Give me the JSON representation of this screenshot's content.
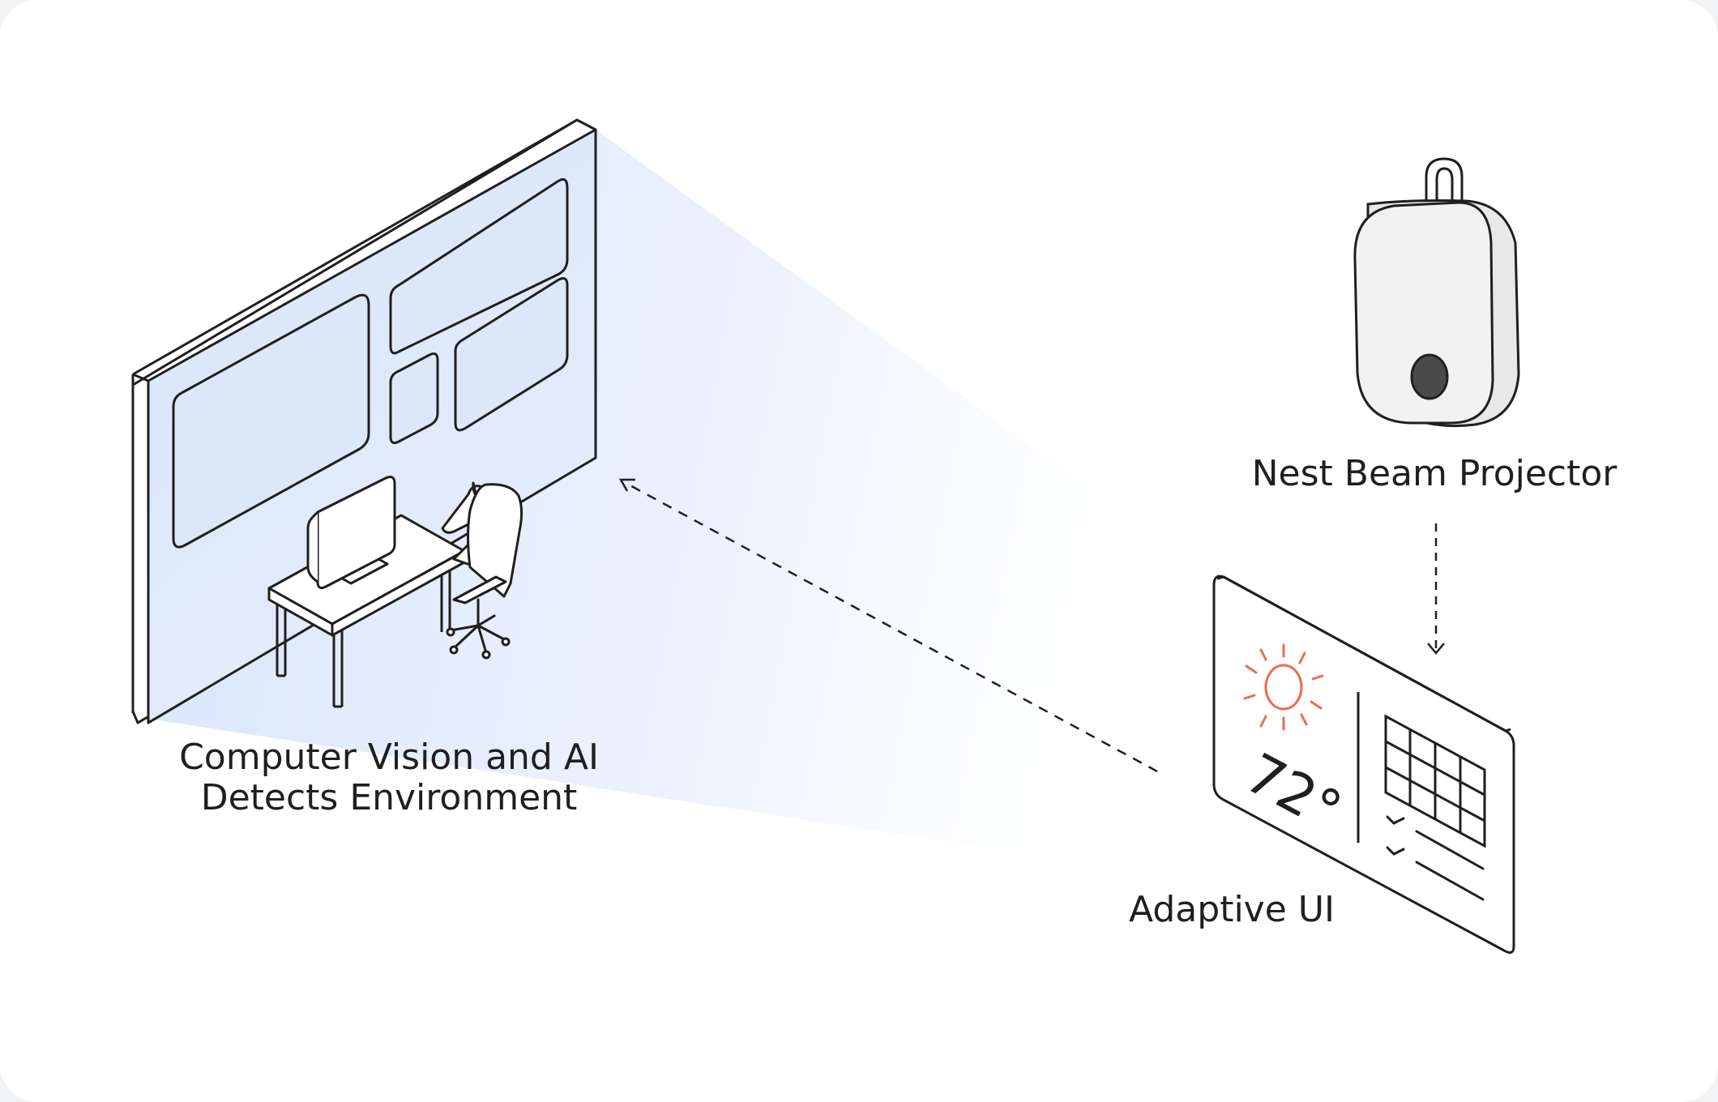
{
  "labels": {
    "wall_line1": "Computer Vision and AI",
    "wall_line2": "Detects Environment",
    "projector": "Nest Beam Projector",
    "adaptive_ui": "Adaptive UI",
    "temperature": "72°"
  },
  "colors": {
    "outline": "#1f1f1f",
    "projection_beam": "#dbe8fb",
    "device_body": "#efefef",
    "sun_icon": "#ee6c4d"
  },
  "icons": [
    "sun-icon",
    "checkmark-icon",
    "calendar-grid-icon"
  ]
}
